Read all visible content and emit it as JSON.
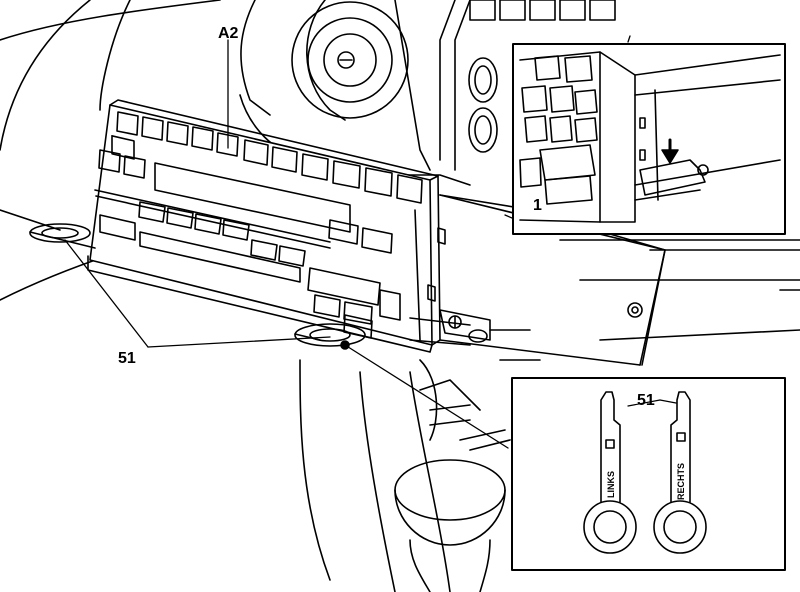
{
  "labels": {
    "radio": "A2",
    "detail_number": "1",
    "tool_number_main": "51",
    "tool_number_detail": "51",
    "tool_left": "LINKS",
    "tool_right": "RECHTS"
  },
  "colors": {
    "ink": "#000000",
    "paper": "#ffffff"
  }
}
